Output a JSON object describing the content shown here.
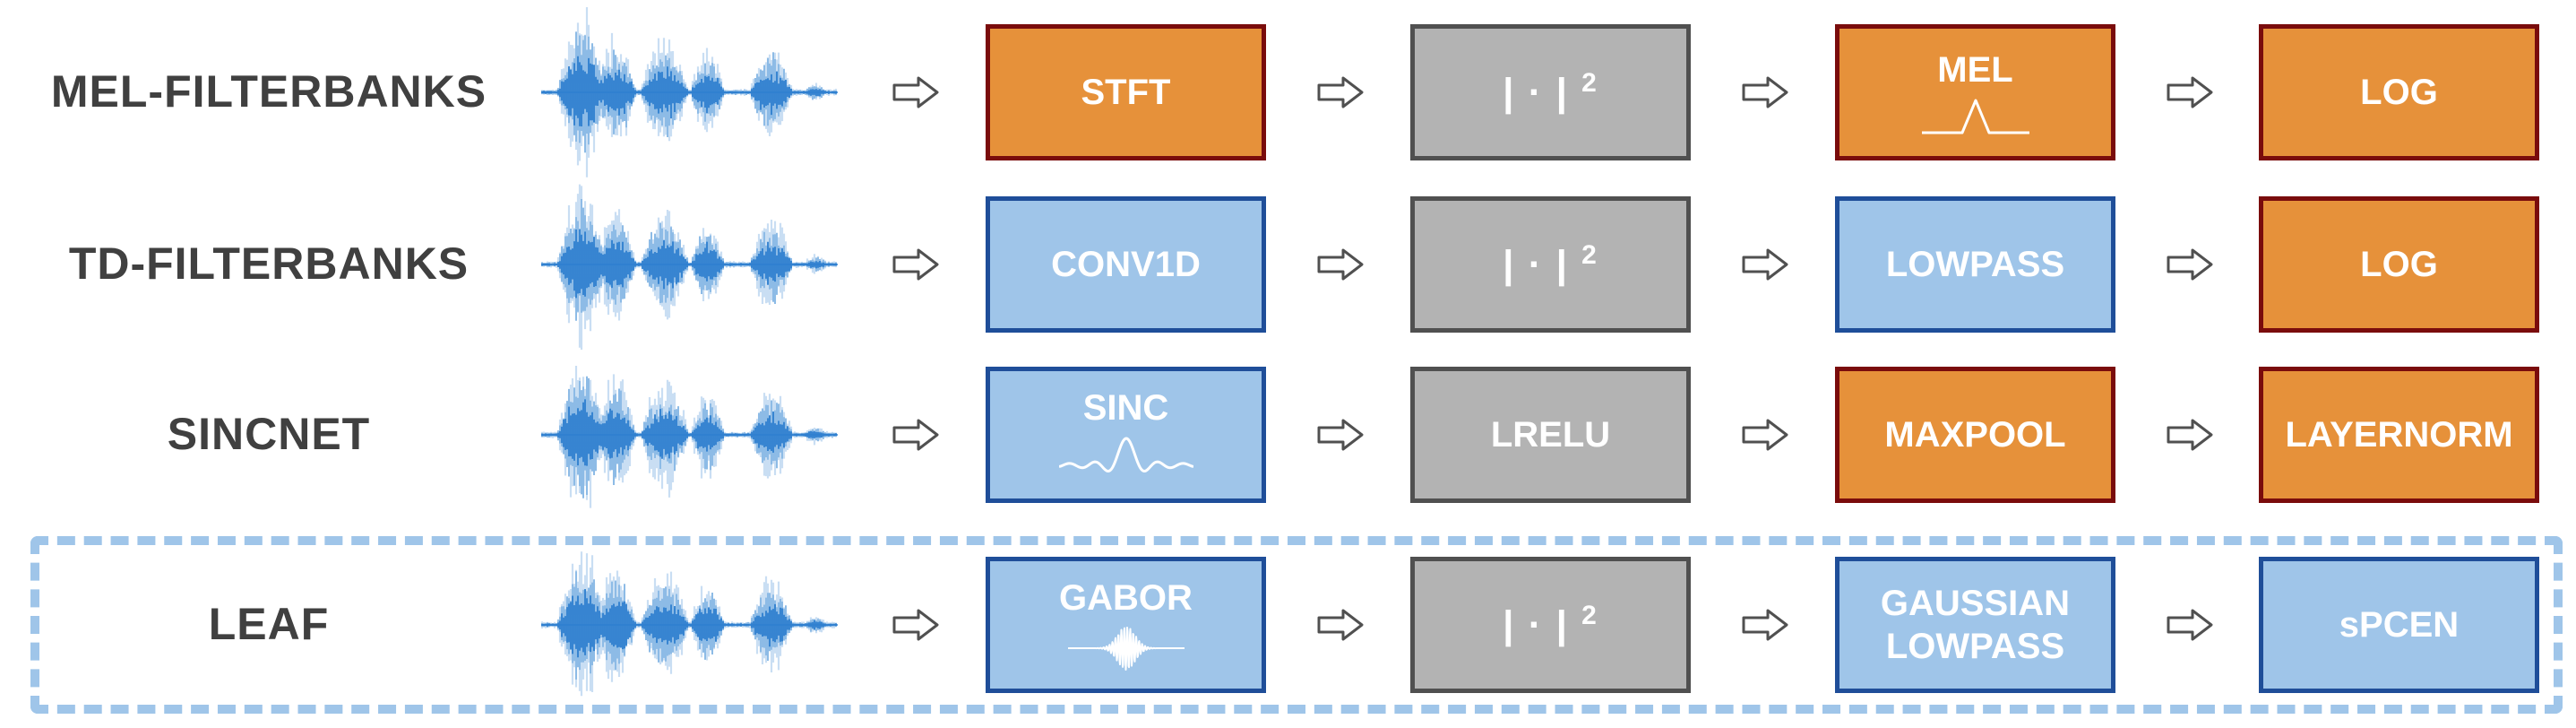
{
  "rows": [
    {
      "label": "MEL-FILTERBANKS",
      "stages": [
        {
          "text": "STFT",
          "style": "orange"
        },
        {
          "text": "| · |",
          "sup": "2",
          "style": "gray"
        },
        {
          "text": "MEL",
          "style": "orange",
          "icon": "mel-triangle-icon"
        },
        {
          "text": "LOG",
          "style": "orange"
        }
      ]
    },
    {
      "label": "TD-FILTERBANKS",
      "stages": [
        {
          "text": "CONV1D",
          "style": "blue"
        },
        {
          "text": "| · |",
          "sup": "2",
          "style": "gray"
        },
        {
          "text": "LOWPASS",
          "style": "blue"
        },
        {
          "text": "LOG",
          "style": "orange"
        }
      ]
    },
    {
      "label": "SINCNET",
      "stages": [
        {
          "text": "SINC",
          "style": "blue",
          "icon": "sinc-wave-icon"
        },
        {
          "text": "LRELU",
          "style": "gray"
        },
        {
          "text": "MAXPOOL",
          "style": "orange"
        },
        {
          "text": "LAYERNORM",
          "style": "orange"
        }
      ]
    },
    {
      "label": "LEAF",
      "stages": [
        {
          "text": "GABOR",
          "style": "blue",
          "icon": "gabor-wavelet-icon"
        },
        {
          "text": "| · |",
          "sup": "2",
          "style": "gray"
        },
        {
          "text": "GAUSSIAN\nLOWPASS",
          "style": "blue"
        },
        {
          "text": "sPCEN",
          "style": "blue"
        }
      ]
    }
  ],
  "colors": {
    "orange_fill": "#e6913a",
    "orange_border": "#7a0c0c",
    "blue_fill": "#9fc5e9",
    "blue_border": "#1f4e99",
    "gray_fill": "#b3b3b3",
    "gray_border": "#505050",
    "waveform": "#2e7fcf",
    "leaf_frame": "#9fc5e9"
  },
  "icons": {
    "arrow": "hollow-right-arrow-icon",
    "waveform": "audio-waveform-icon"
  }
}
